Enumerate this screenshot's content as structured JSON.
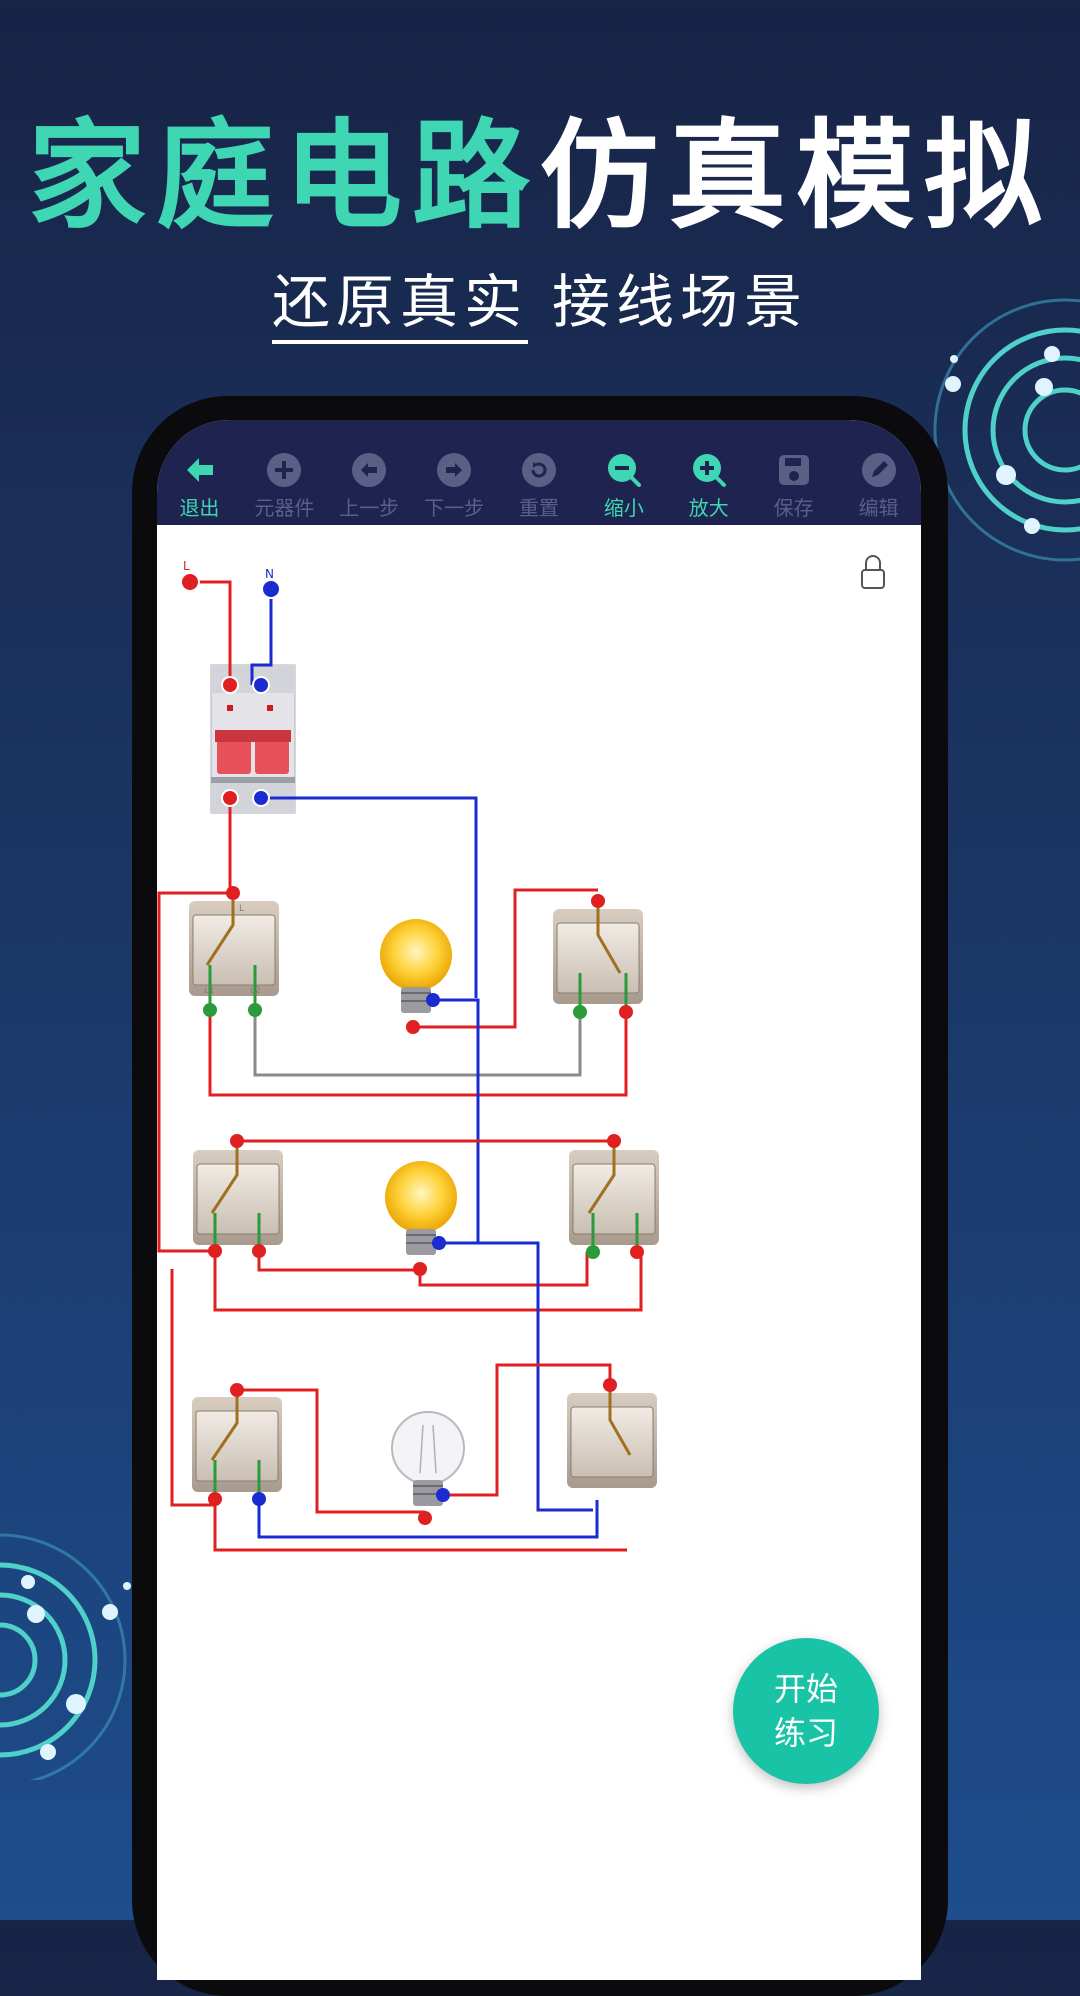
{
  "headline": {
    "part1": "家庭电路",
    "part2": "仿真模拟"
  },
  "subline": {
    "part1": "还原真实",
    "part2": "接线场景"
  },
  "toolbar": [
    {
      "label": "退出",
      "icon": "back-arrow-icon",
      "active": true
    },
    {
      "label": "元器件",
      "icon": "plus-circle-icon",
      "active": false
    },
    {
      "label": "上一步",
      "icon": "undo-icon",
      "active": false
    },
    {
      "label": "下一步",
      "icon": "redo-icon",
      "active": false
    },
    {
      "label": "重置",
      "icon": "reset-icon",
      "active": false
    },
    {
      "label": "缩小",
      "icon": "zoom-out-icon",
      "active": true
    },
    {
      "label": "放大",
      "icon": "zoom-in-icon",
      "active": true
    },
    {
      "label": "保存",
      "icon": "save-icon",
      "active": false
    },
    {
      "label": "编辑",
      "icon": "edit-icon",
      "active": false
    }
  ],
  "circuit": {
    "live_label": "L",
    "neutral_label": "N",
    "switch_terminal_L": "L",
    "switch_terminal_L1": "L1",
    "switch_terminal_L2": "L2"
  },
  "fab": {
    "line1": "开始",
    "line2": "练习"
  },
  "colors": {
    "teal": "#3fd6b3",
    "live_wire": "#e02020",
    "neutral_wire": "#1a2bd0",
    "link_wire": "#8a8a8a",
    "toolbar": "#1e2350"
  }
}
